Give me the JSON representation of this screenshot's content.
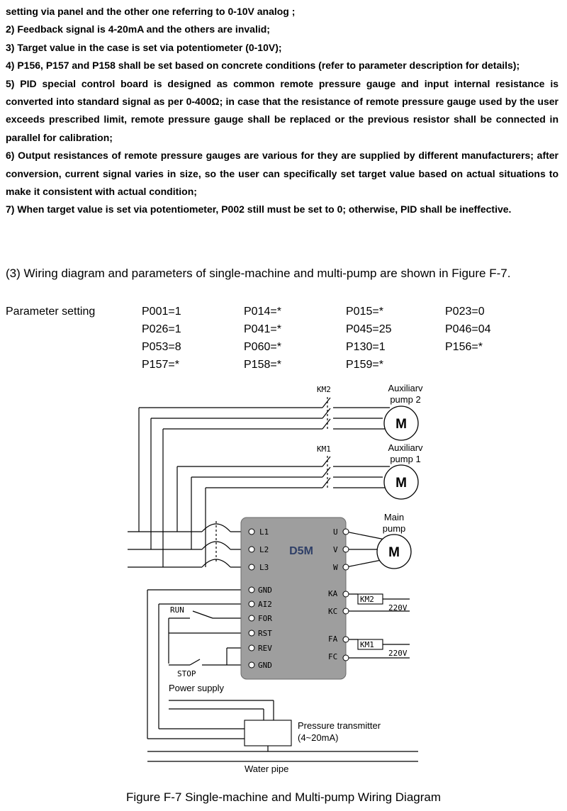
{
  "notes": [
    "setting via panel and the other one referring to 0-10V analog ;",
    "2) Feedback signal is 4-20mA and the others are invalid;",
    "3) Target value in the case is set via potentiometer (0-10V);",
    "4) P156, P157 and P158 shall be set based on concrete conditions (refer to parameter description for details);",
    "5) PID special control board is designed as common remote pressure gauge and input internal resistance is converted into standard signal as per 0-400Ω; in case that the resistance of remote pressure gauge used by the user exceeds prescribed limit, remote pressure gauge shall be replaced or the previous resistor shall be connected in parallel for calibration;",
    "6) Output resistances of remote pressure gauges are various for they are supplied by different manufacturers; after conversion, current signal varies in size, so the user can specifically set target value based on actual situations to make it consistent with actual condition;",
    "7) When target value is set via potentiometer, P002 still must be set to 0; otherwise, PID shall be ineffective."
  ],
  "section_text": "(3) Wiring diagram and parameters of single-machine and multi-pump are shown in Figure F-7.",
  "parameter_label": "Parameter setting",
  "parameters": [
    [
      "P001=1",
      "P014=*",
      "P015=*",
      "P023=0"
    ],
    [
      "P026=1",
      "P041=*",
      "P045=25",
      "P046=04"
    ],
    [
      "P053=8",
      "P060=*",
      "P130=1",
      "P156=*"
    ],
    [
      "P157=*",
      "P158=*",
      "P159=*"
    ]
  ],
  "diagram": {
    "km2": "KM2",
    "km1": "KM1",
    "aux2_line1": "Auxiliarv",
    "aux2_line2": "pump 2",
    "aux1_line1": "Auxiliarv",
    "aux1_line2": "pump 1",
    "main_line1": "Main",
    "main_line2": "pump",
    "motor": "M",
    "drive": "D5M",
    "l1": "L1",
    "l2": "L2",
    "l3": "L3",
    "u": "U",
    "v": "V",
    "w": "W",
    "gnd": "GND",
    "ai2": "AI2",
    "for": "FOR",
    "rst": "RST",
    "rev": "REV",
    "gnd2": "GND",
    "ka": "KA",
    "kc": "KC",
    "fa": "FA",
    "fc": "FC",
    "km2_box": "KM2",
    "km1_box": "KM1",
    "v220a": "220V",
    "v220b": "220V",
    "run": "RUN",
    "stop": "STOP",
    "power_supply": "Power supply",
    "pt_line1": "Pressure transmitter",
    "pt_line2": "(4~20mA)",
    "water_pipe": "Water pipe"
  },
  "caption": "Figure F-7 Single-machine and Multi-pump Wiring Diagram"
}
